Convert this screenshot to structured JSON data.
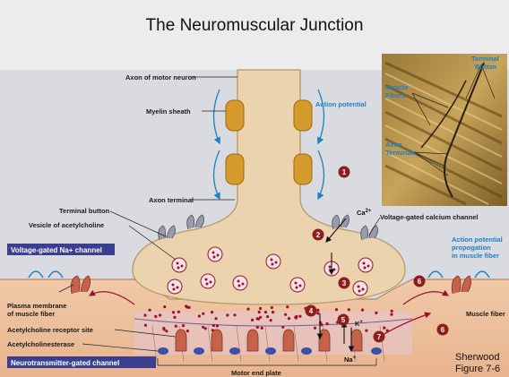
{
  "title": "The Neuromuscular Junction",
  "labels": {
    "axon_of_motor_neuron": "Axon of motor neuron",
    "myelin_sheath": "Myelin sheath",
    "action_potential": "Action potential",
    "axon_terminal": "Axon terminal",
    "terminal_button": "Terminal button",
    "vesicle_of_acetylcholine": "Vesicle of acetylcholine",
    "voltage_gated_calcium_channel": "Voltage-gated calcium channel",
    "calcium_ion": "Ca",
    "calcium_charge": "2+",
    "ap_propagation_line1": "Action potential",
    "ap_propagation_line2": "propogation",
    "ap_propagation_line3": "in muscle fiber",
    "plasma_membrane_line1": "Plasma membrane",
    "plasma_membrane_line2": "of muscle fiber",
    "muscle_fiber": "Muscle fiber",
    "ach_receptor_site": "Acetylcholine receptor site",
    "acetylcholinesterase": "Acetylcholinesterase",
    "motor_end_plate": "Motor end plate",
    "potassium_ion": "K",
    "potassium_charge": "+",
    "sodium_ion": "Na",
    "sodium_charge": "+"
  },
  "tags": {
    "voltage_gated_na": "Voltage-gated Na+ channel",
    "neurotransmitter_gated": "Neurotransmitter-gated channel"
  },
  "steps": [
    "1",
    "2",
    "3",
    "4",
    "5",
    "6",
    "6",
    "7"
  ],
  "micrograph": {
    "terminal_button_line1": "Terminal",
    "terminal_button_line2": "Button",
    "muscle_fibers_line1": "Muscle",
    "muscle_fibers_line2": "Fibers",
    "axon_terminals_line1": "Axon",
    "axon_terminals_line2": "Terminals"
  },
  "credit": {
    "line1": "Sherwood",
    "line2": "Figure 7-6"
  },
  "colors": {
    "background": "#d9dbe0",
    "axon": "#ead3ad",
    "myelin": "#d49a2c",
    "muscle": "#efc7a6",
    "step_marker": "#8e1d1d",
    "tag_fill": "#3a3f8f",
    "label_blue": "#1f7fc4",
    "ach_dot": "#9e1030",
    "receptor": "#c7624a"
  }
}
